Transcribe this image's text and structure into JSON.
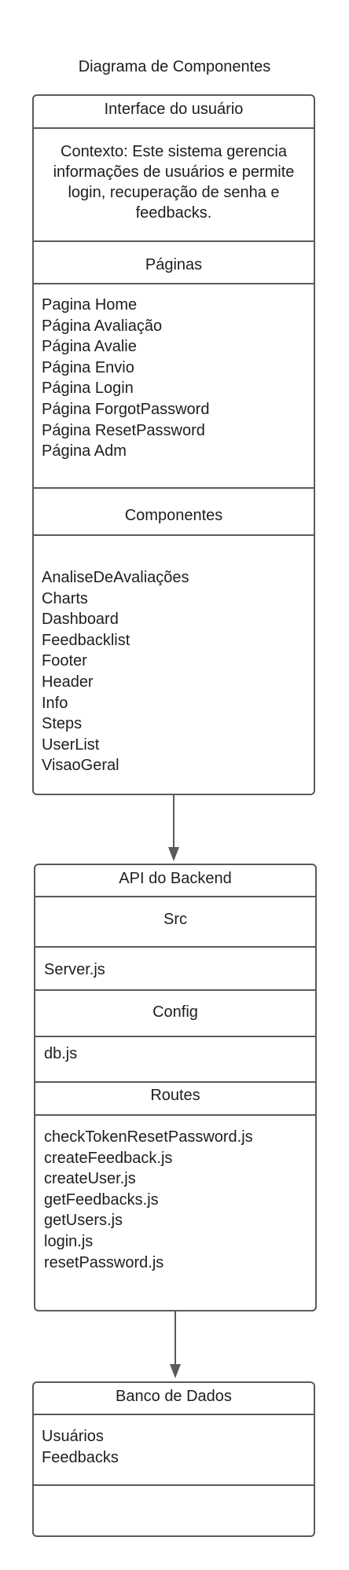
{
  "diagram": {
    "title": "Diagrama de Componentes",
    "ui": {
      "header": "Interface do usuário",
      "context": "Contexto: Este sistema gerencia informações de usuários e permite login, recuperação de senha e feedbacks.",
      "pages_header": "Páginas",
      "pages": [
        "Pagina Home",
        "Página Avaliação",
        "Página Avalie",
        "Página Envio",
        "Página Login",
        "Página ForgotPassword",
        "Página ResetPassword",
        "Página Adm"
      ],
      "components_header": "Componentes",
      "components": [
        "AnaliseDeAvaliações",
        "Charts",
        "Dashboard",
        "Feedbacklist",
        "Footer",
        "Header",
        "Info",
        "Steps",
        "UserList",
        "VisaoGeral"
      ]
    },
    "api": {
      "header": "API do Backend",
      "src_header": "Src",
      "src_files": [
        "Server.js"
      ],
      "config_header": "Config",
      "config_files": [
        "db.js"
      ],
      "routes_header": "Routes",
      "routes_files": [
        "checkTokenResetPassword.js",
        "createFeedback.js",
        "createUser.js",
        "getFeedbacks.js",
        "getUsers.js",
        "login.js",
        "resetPassword.js"
      ]
    },
    "db": {
      "header": "Banco de Dados",
      "tables": [
        "Usuários",
        "Feedbacks"
      ]
    }
  }
}
